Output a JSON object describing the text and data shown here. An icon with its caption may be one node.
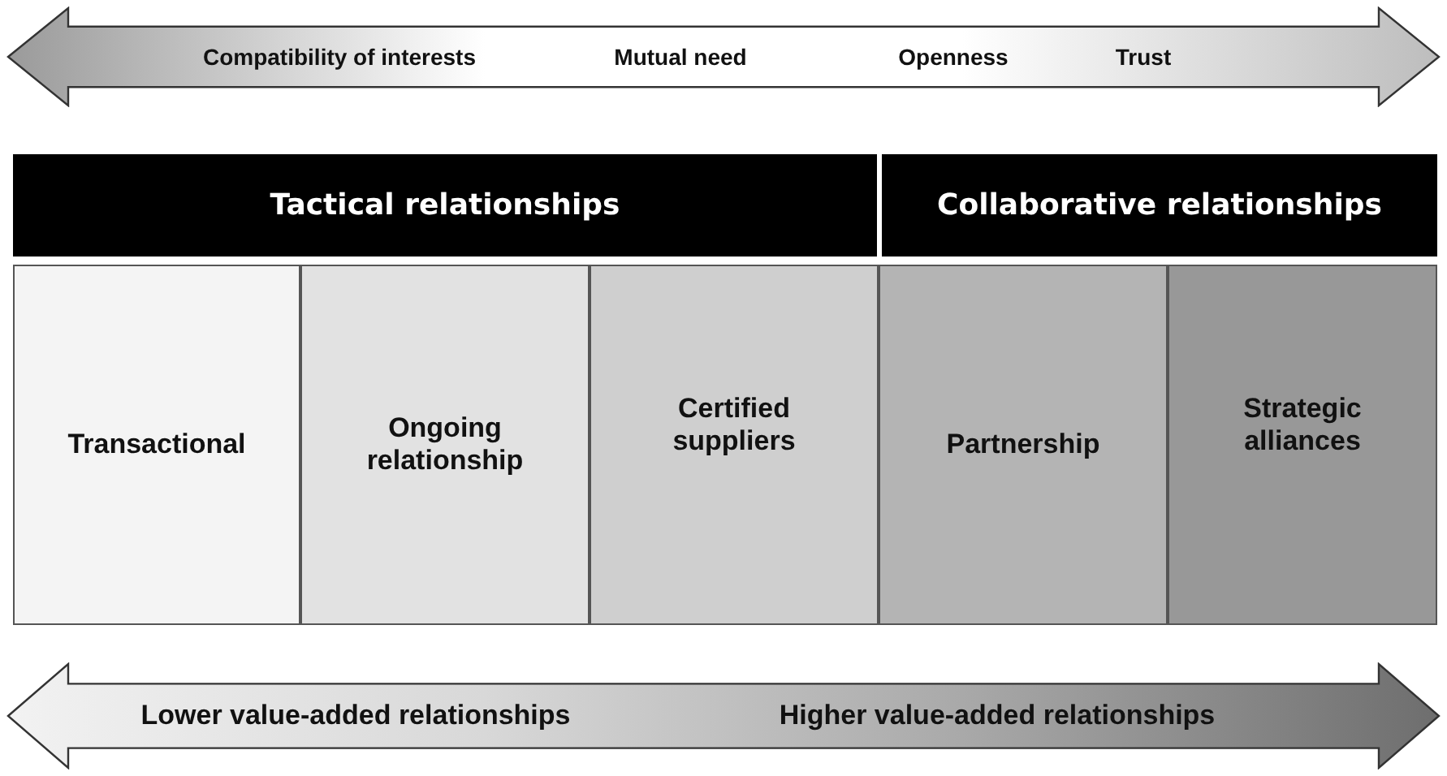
{
  "diagram": {
    "nodes": [
      {
        "text": [
          "Compatibility of interests",
          "Mutual need",
          "Openness",
          "Trust"
        ]
      },
      {
        "text": [
          "Tactical relationships"
        ]
      },
      {
        "text": [
          "Collaborative relationships"
        ]
      },
      {
        "text": [
          "Transactional"
        ]
      },
      {
        "text": [
          "Ongoing relationship"
        ]
      },
      {
        "text": [
          "Certified suppliers"
        ]
      },
      {
        "text": [
          "Partnership"
        ]
      },
      {
        "text": [
          "Strategic alliances"
        ]
      },
      {
        "text": [
          "Lower value-added relationships",
          "Higher value-added relationships"
        ]
      }
    ]
  }
}
